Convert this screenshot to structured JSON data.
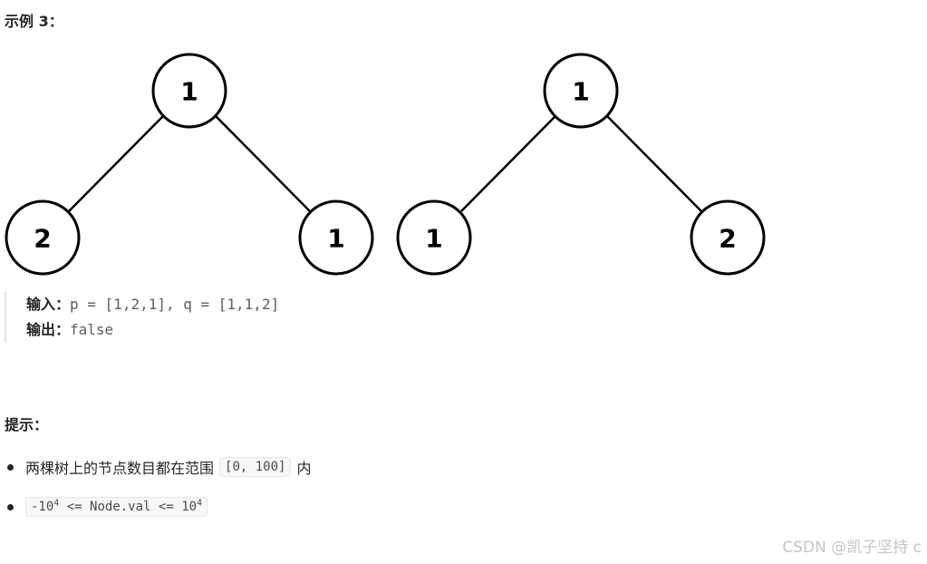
{
  "example": {
    "heading": "示例 3：",
    "input_label": "输入：",
    "input_value": "p = [1,2,1], q = [1,1,2]",
    "output_label": "输出：",
    "output_value": "false"
  },
  "trees": [
    {
      "nodes": [
        {
          "role": "root",
          "value": "1"
        },
        {
          "role": "left",
          "value": "2"
        },
        {
          "role": "right",
          "value": "1"
        }
      ]
    },
    {
      "nodes": [
        {
          "role": "root",
          "value": "1"
        },
        {
          "role": "left",
          "value": "1"
        },
        {
          "role": "right",
          "value": "2"
        }
      ]
    }
  ],
  "hints": {
    "heading": "提示：",
    "items": [
      {
        "text_before": "两棵树上的节点数目都在范围 ",
        "code": "[0, 100]",
        "text_after": " 内"
      },
      {
        "code_prefix": "-10",
        "code_exp1": "4",
        "code_middle": " <= Node.val <= 10",
        "code_exp2": "4"
      }
    ]
  },
  "watermark": "CSDN @凯子坚持 c",
  "colors": {
    "text": "#262626",
    "code_background": "#f7f7f7",
    "node_stroke": "#000000",
    "watermark": "#c4c4c4"
  }
}
